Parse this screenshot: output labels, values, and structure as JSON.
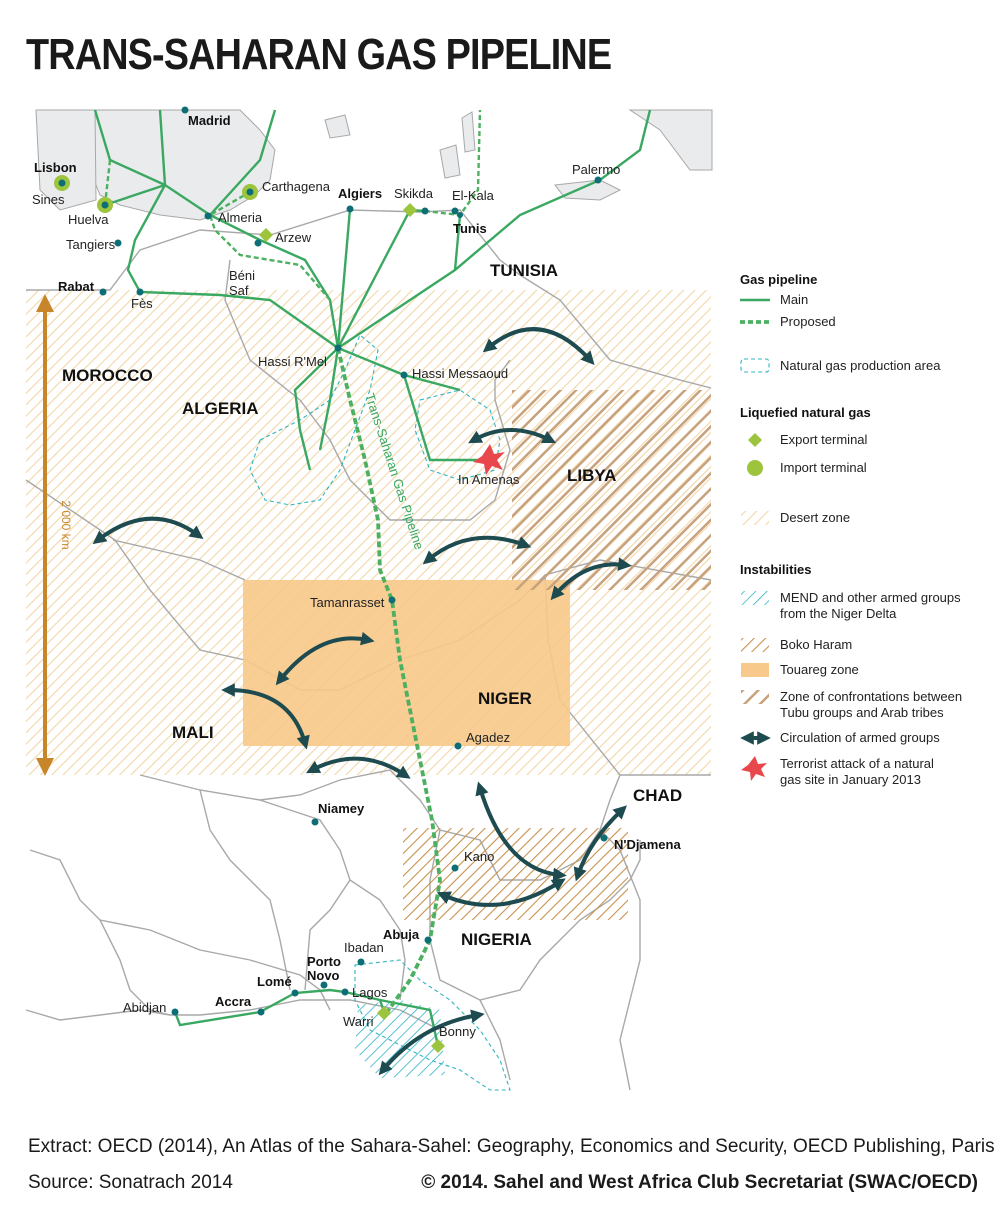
{
  "title": "TRANS-SAHARAN GAS PIPELINE",
  "colors": {
    "pipeline": "#3aa861",
    "proposed": "#4cb060",
    "city_dot": "#0d6e75",
    "arrow": "#1d4b50",
    "export_terminal": "#9cc43d",
    "import_terminal": "#9cc43d",
    "attack_star": "#e8474c",
    "desert_hatch": "#f2d7a8",
    "touareg": "#f7c98a",
    "boko_haram": "#c8924e",
    "tubu_arab": "#c7a27c",
    "mend": "#2fb4c4",
    "land": "#ffffff",
    "europe_land": "#e9ebec",
    "border": "#a8a8a8"
  },
  "cities": {
    "madrid": "Madrid",
    "lisbon": "Lisbon",
    "sines": "Sines",
    "huelva": "Huelva",
    "carthagena": "Carthagena",
    "almeria": "Almeria",
    "tangiers": "Tangiers",
    "arzew": "Arzew",
    "algiers": "Algiers",
    "skikda": "Skikda",
    "el_kala": "El-Kala",
    "tunis": "Tunis",
    "palermo": "Palermo",
    "rabat": "Rabat",
    "fes": "Fès",
    "beni_saf_1": "Béni",
    "beni_saf_2": "Saf",
    "hassi_rmel": "Hassi R'Mel",
    "hassi_messaoud": "Hassi Messaoud",
    "in_amenas": "In Amenas",
    "tamanrasset": "Tamanrasset",
    "agadez": "Agadez",
    "niamey": "Niamey",
    "kano": "Kano",
    "ndjamena": "N'Djamena",
    "abuja": "Abuja",
    "ibadan": "Ibadan",
    "porto_novo_1": "Porto",
    "porto_novo_2": "Novo",
    "lome": "Lomé",
    "accra": "Accra",
    "abidjan": "Abidjan",
    "lagos": "Lagos",
    "warri": "Warri",
    "bonny": "Bonny"
  },
  "countries": {
    "tunisia": "TUNISIA",
    "morocco": "MOROCCO",
    "algeria": "ALGERIA",
    "libya": "LIBYA",
    "niger": "NIGER",
    "mali": "MALI",
    "chad": "CHAD",
    "nigeria": "NIGERIA"
  },
  "pipeline_label": "Trans-Saharan Gas Pipeline",
  "scale_label": "2 000 km",
  "legend": {
    "gas_pipeline": {
      "heading": "Gas pipeline",
      "main": "Main",
      "proposed": "Proposed"
    },
    "production_area": "Natural gas production area",
    "lng": {
      "heading": "Liquefied natural gas",
      "export": "Export terminal",
      "import": "Import terminal"
    },
    "desert": "Desert zone",
    "instabilities": {
      "heading": "Instabilities",
      "mend_1": "MEND and other armed groups",
      "mend_2": "from the Niger Delta",
      "boko": "Boko Haram",
      "touareg": "Touareg zone",
      "tubu_1": "Zone of confrontations between",
      "tubu_2": "Tubu groups and Arab tribes",
      "circulation": "Circulation of armed groups",
      "attack_1": "Terrorist attack of a natural",
      "attack_2": "gas site in January 2013"
    }
  },
  "footer": {
    "extract": "Extract: OECD (2014), An Atlas of the Sahara-Sahel: Geography, Economics  and Security, OECD Publishing, Paris",
    "source": "Source: Sonatrach 2014",
    "copyright": "© 2014. Sahel and West Africa Club Secretariat (SWAC/OECD)"
  }
}
